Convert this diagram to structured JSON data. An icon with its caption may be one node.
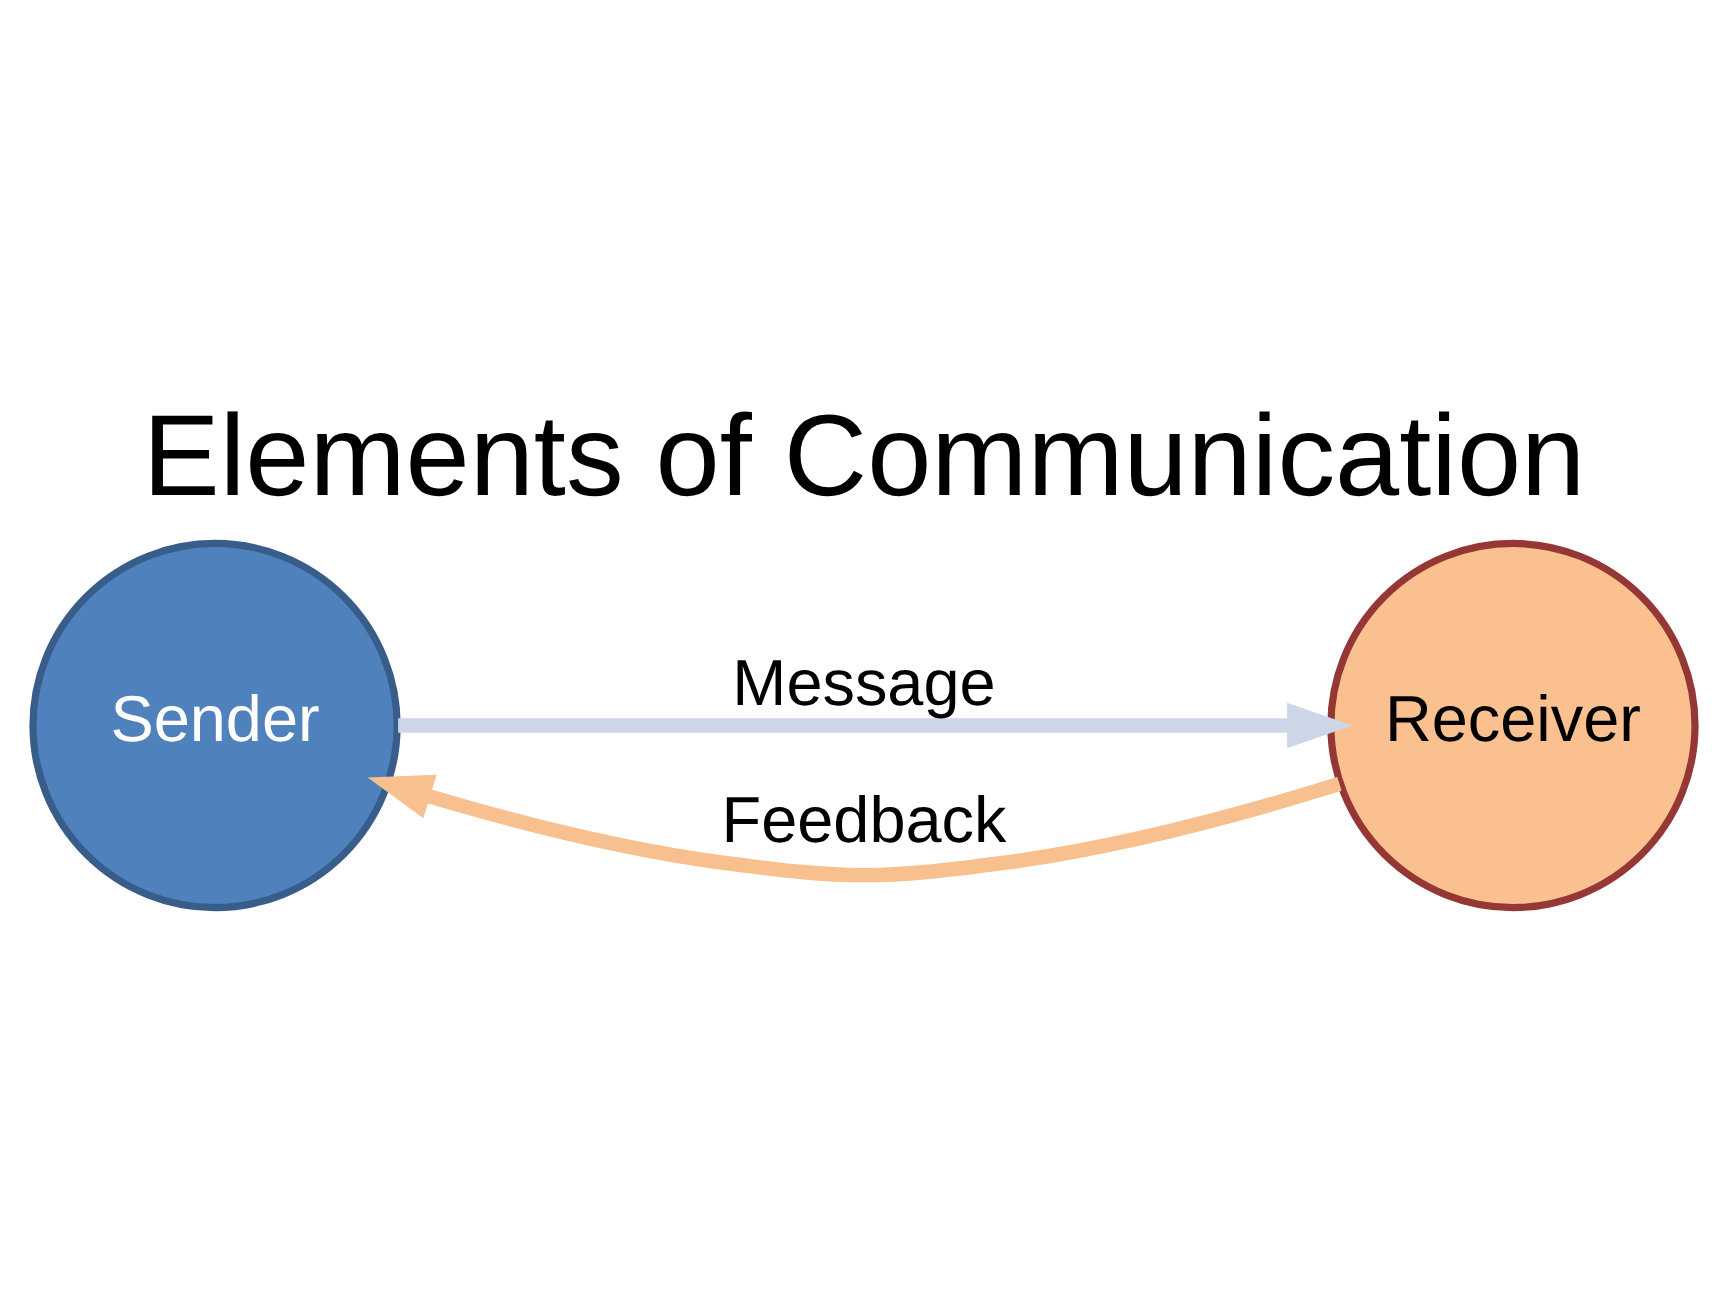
{
  "diagram": {
    "title": "Elements of Communication",
    "nodes": [
      {
        "text": [
          "Sender"
        ]
      },
      {
        "text": [
          "Receiver"
        ]
      }
    ],
    "edges": [
      {
        "from": 0,
        "to": 1,
        "arrow": "to",
        "label": "Message",
        "color": "#cdd6e7"
      },
      {
        "from": 1,
        "to": 0,
        "arrow": "to",
        "label": "Feedback",
        "color": "#f9c08f"
      }
    ]
  }
}
